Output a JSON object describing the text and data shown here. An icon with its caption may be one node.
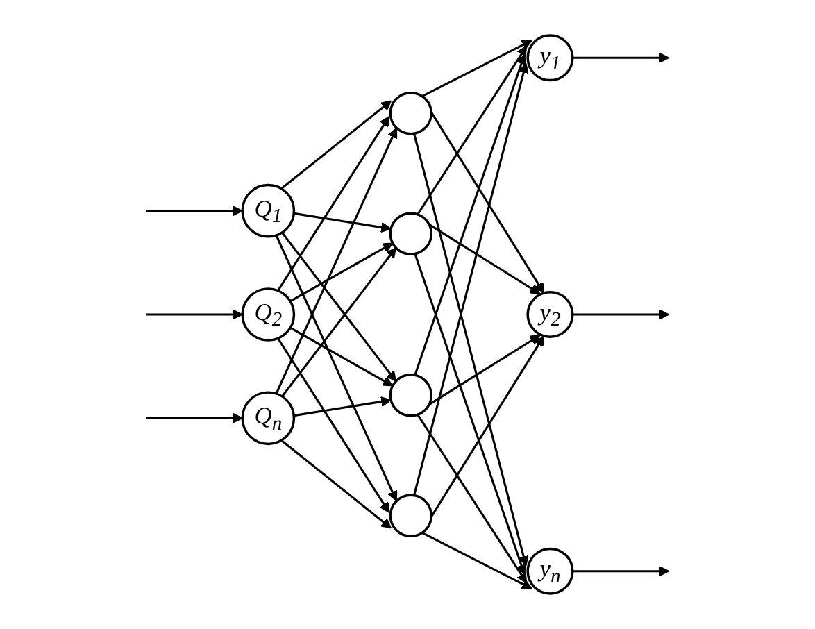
{
  "diagram": {
    "nodes": [
      {
        "text": [
          "Q$_{1}$"
        ]
      },
      {
        "text": [
          "Q$_{2}$"
        ]
      },
      {
        "text": [
          "Q$_{n}$"
        ]
      },
      {
        "text": [],
        "shape": "circle"
      },
      {
        "text": [],
        "shape": "circle"
      },
      {
        "text": [],
        "shape": "circle"
      },
      {
        "text": [],
        "shape": "circle"
      },
      {
        "text": [
          "y$_{1}$"
        ]
      },
      {
        "text": [
          "y$_{2}$"
        ]
      },
      {
        "text": [
          "y$_{n}$"
        ]
      }
    ],
    "edges": [
      {
        "from": null,
        "to": 0,
        "arrow": "to"
      },
      {
        "from": null,
        "to": 1,
        "arrow": "to"
      },
      {
        "from": null,
        "to": 2,
        "arrow": "to"
      },
      {
        "from": 0,
        "to": 3,
        "arrow": "to"
      },
      {
        "from": 0,
        "to": 4,
        "arrow": "to"
      },
      {
        "from": 0,
        "to": 5,
        "arrow": "to"
      },
      {
        "from": 0,
        "to": 6,
        "arrow": "to"
      },
      {
        "from": 1,
        "to": 3,
        "arrow": "to"
      },
      {
        "from": 1,
        "to": 4,
        "arrow": "to"
      },
      {
        "from": 1,
        "to": 5,
        "arrow": "to"
      },
      {
        "from": 1,
        "to": 6,
        "arrow": "to"
      },
      {
        "from": 2,
        "to": 3,
        "arrow": "to"
      },
      {
        "from": 2,
        "to": 4,
        "arrow": "to"
      },
      {
        "from": 2,
        "to": 5,
        "arrow": "to"
      },
      {
        "from": 2,
        "to": 6,
        "arrow": "to"
      },
      {
        "from": 3,
        "to": 7,
        "arrow": "to"
      },
      {
        "from": 3,
        "to": 8,
        "arrow": "to"
      },
      {
        "from": 3,
        "to": 9,
        "arrow": "to"
      },
      {
        "from": 4,
        "to": 7,
        "arrow": "to"
      },
      {
        "from": 4,
        "to": 8,
        "arrow": "to"
      },
      {
        "from": 4,
        "to": 9,
        "arrow": "to"
      },
      {
        "from": 5,
        "to": 7,
        "arrow": "to"
      },
      {
        "from": 5,
        "to": 8,
        "arrow": "to"
      },
      {
        "from": 5,
        "to": 9,
        "arrow": "to"
      },
      {
        "from": 6,
        "to": 7,
        "arrow": "to"
      },
      {
        "from": 6,
        "to": 8,
        "arrow": "to"
      },
      {
        "from": 6,
        "to": 9,
        "arrow": "to"
      },
      {
        "from": 7,
        "to": null,
        "arrow": "to"
      },
      {
        "from": 8,
        "to": null,
        "arrow": "to"
      },
      {
        "from": 9,
        "to": null,
        "arrow": "to"
      }
    ]
  }
}
